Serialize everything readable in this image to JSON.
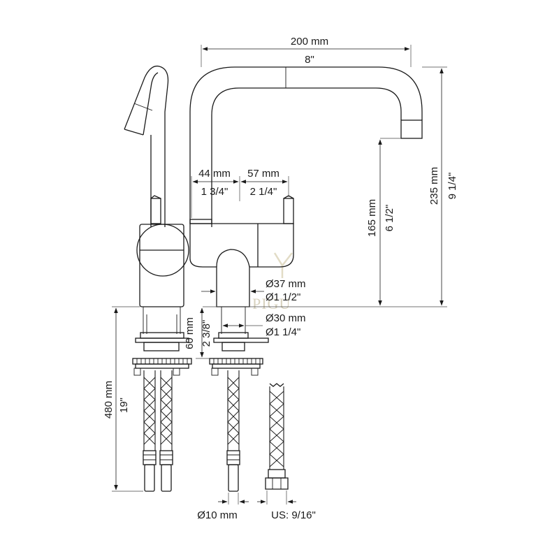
{
  "watermark": "PIGU",
  "dimensions": {
    "spout_width_mm": "200 mm",
    "spout_width_in": "8\"",
    "offset_left_mm": "44 mm",
    "offset_left_in": "1 3/4\"",
    "offset_right_mm": "57 mm",
    "offset_right_in": "2 1/4\"",
    "spout_height_mm": "165 mm",
    "spout_height_in": "6 1/2\"",
    "total_height_mm": "235 mm",
    "total_height_in": "9 1/4\"",
    "base_diameter_mm": "Ø37 mm",
    "base_diameter_in": "Ø1 1/2\"",
    "shank_diameter_mm": "Ø30 mm",
    "shank_diameter_in": "Ø1 1/4\"",
    "shank_length_mm": "60 mm",
    "shank_length_in": "2 3/8\"",
    "hose_length_mm": "480 mm",
    "hose_length_in": "19\"",
    "pipe_diameter": "Ø10 mm",
    "thread_size": "US: 9/16\""
  }
}
